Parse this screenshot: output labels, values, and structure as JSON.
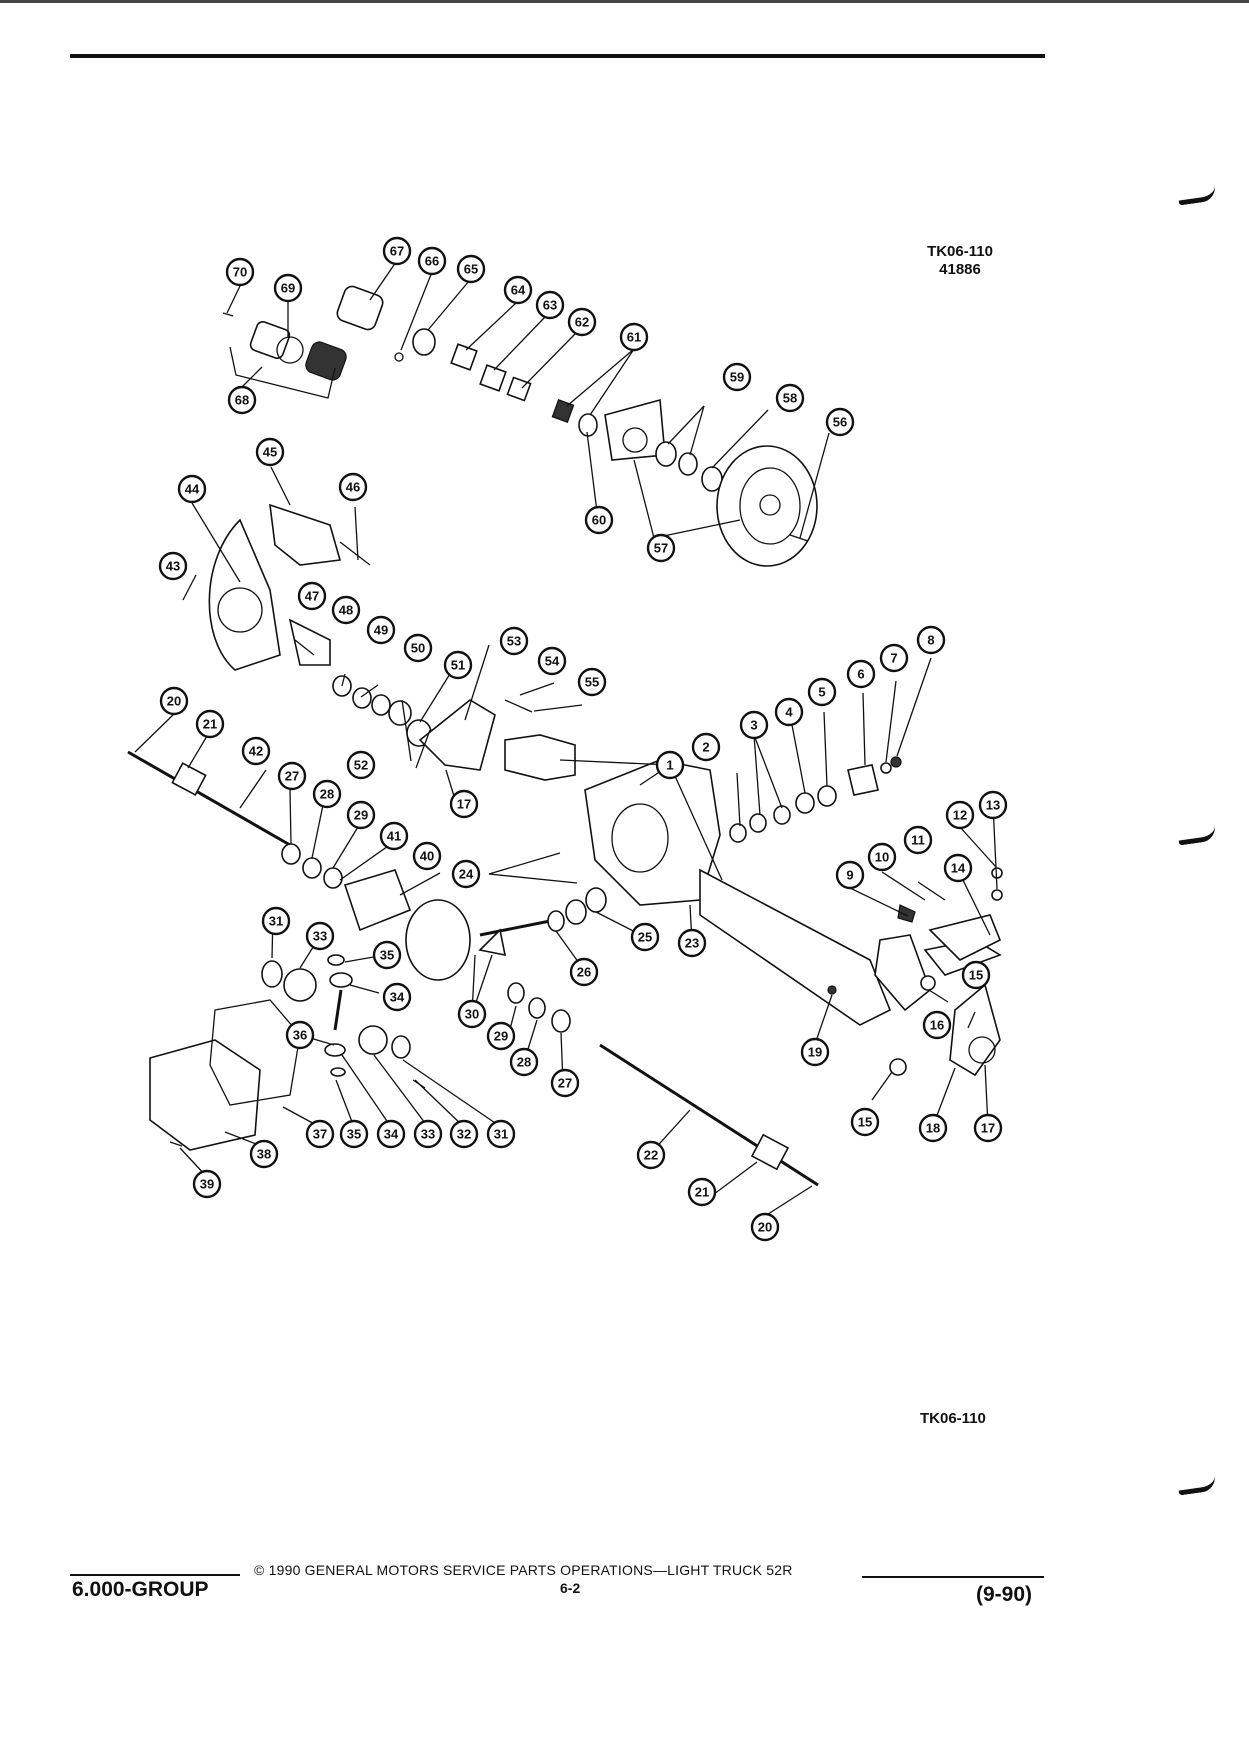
{
  "header": {
    "ref_code": "TK06-110",
    "ref_number": "41886"
  },
  "figure": {
    "ref_code": "TK06-110"
  },
  "callouts": [
    "1",
    "2",
    "3",
    "4",
    "5",
    "6",
    "7",
    "8",
    "9",
    "10",
    "11",
    "12",
    "13",
    "14",
    "15",
    "15",
    "16",
    "17",
    "17",
    "18",
    "19",
    "20",
    "20",
    "21",
    "21",
    "22",
    "23",
    "24",
    "25",
    "26",
    "27",
    "27",
    "28",
    "28",
    "29",
    "29",
    "30",
    "31",
    "31",
    "32",
    "33",
    "33",
    "34",
    "34",
    "35",
    "35",
    "36",
    "37",
    "38",
    "39",
    "40",
    "41",
    "42",
    "43",
    "44",
    "45",
    "46",
    "47",
    "48",
    "49",
    "50",
    "51",
    "52",
    "53",
    "54",
    "55",
    "56",
    "57",
    "58",
    "59",
    "60",
    "61",
    "62",
    "63",
    "64",
    "65",
    "66",
    "67",
    "68",
    "69",
    "70"
  ],
  "footer": {
    "group": "6.000-GROUP",
    "copyright": "© 1990 GENERAL MOTORS SERVICE PARTS OPERATIONS—LIGHT TRUCK 52R",
    "page_number": "6-2",
    "date": "(9-90)"
  }
}
